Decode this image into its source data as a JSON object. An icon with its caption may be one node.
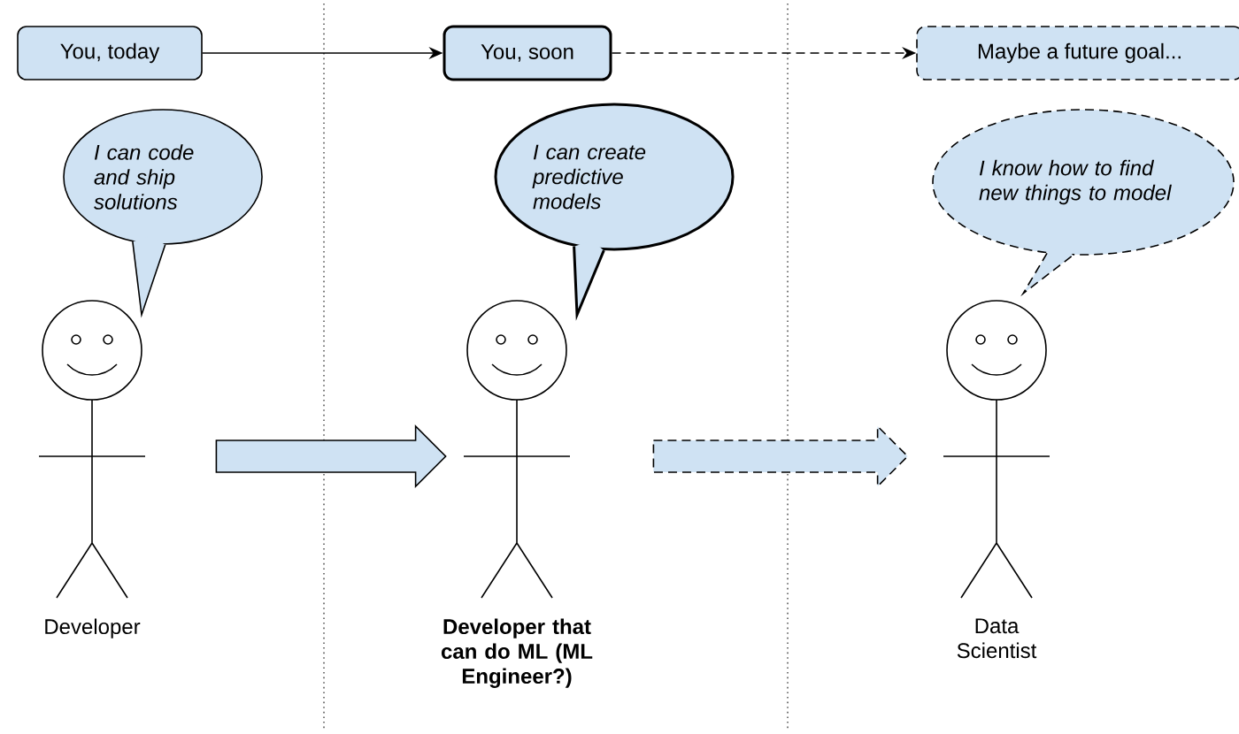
{
  "diagram": {
    "nodes": [
      {
        "text": [
          "You, today"
        ]
      },
      {
        "text": [
          "You, soon"
        ]
      },
      {
        "text": [
          "Maybe a future goal..."
        ]
      },
      {
        "text": [
          "I can code and ship solutions"
        ]
      },
      {
        "text": [
          "Developer"
        ]
      },
      {
        "text": [
          "I can create predictive models"
        ]
      },
      {
        "text": [
          "Developer that can do ML (ML Engineer?)"
        ]
      },
      {
        "text": [
          "I know how to find new things to model"
        ]
      },
      {
        "text": [
          "Data Scientist"
        ]
      }
    ],
    "edges": [
      {
        "from": 0,
        "to": 1,
        "arrow": "to"
      },
      {
        "from": 1,
        "to": 2,
        "arrow": "to",
        "style": "dashed"
      },
      {
        "from": 4,
        "to": 6,
        "arrow": "to"
      },
      {
        "from": 6,
        "to": 8,
        "arrow": "to",
        "style": "dashed"
      }
    ]
  }
}
